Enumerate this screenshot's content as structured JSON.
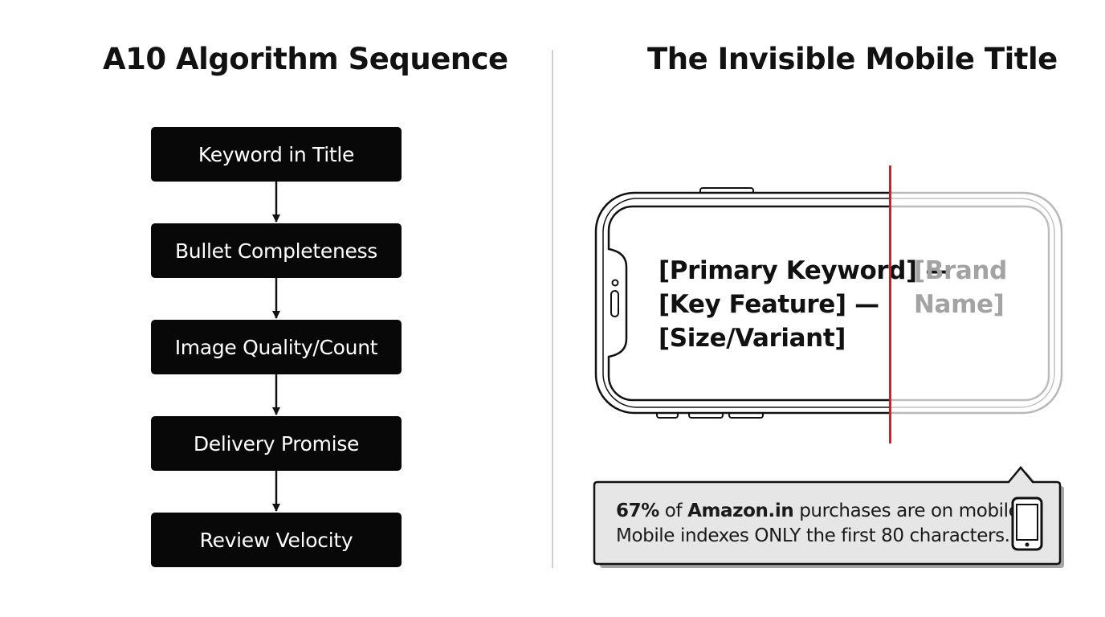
{
  "left": {
    "title": "A10 Algorithm Sequence",
    "steps": [
      "Keyword in Title",
      "Bullet Completeness",
      "Image Quality/Count",
      "Delivery Promise",
      "Review Velocity"
    ]
  },
  "right": {
    "title": "The Invisible Mobile Title",
    "visible_title_lines": [
      "[Primary Keyword] —",
      "[Key Feature] —",
      "[Size/Variant]"
    ],
    "cut_title_lines": [
      "[Brand",
      "Name]"
    ],
    "callout": {
      "stat": "67%",
      "of_text": " of ",
      "brand": "Amazon.in",
      "rest_text": " purchases are on mobile.",
      "line2": "Mobile indexes ONLY the first 80 characters.",
      "icon": "mobile-phone-icon"
    },
    "colors": {
      "cut_line": "#c0272d",
      "hidden_text": "#a3a3a3"
    }
  }
}
